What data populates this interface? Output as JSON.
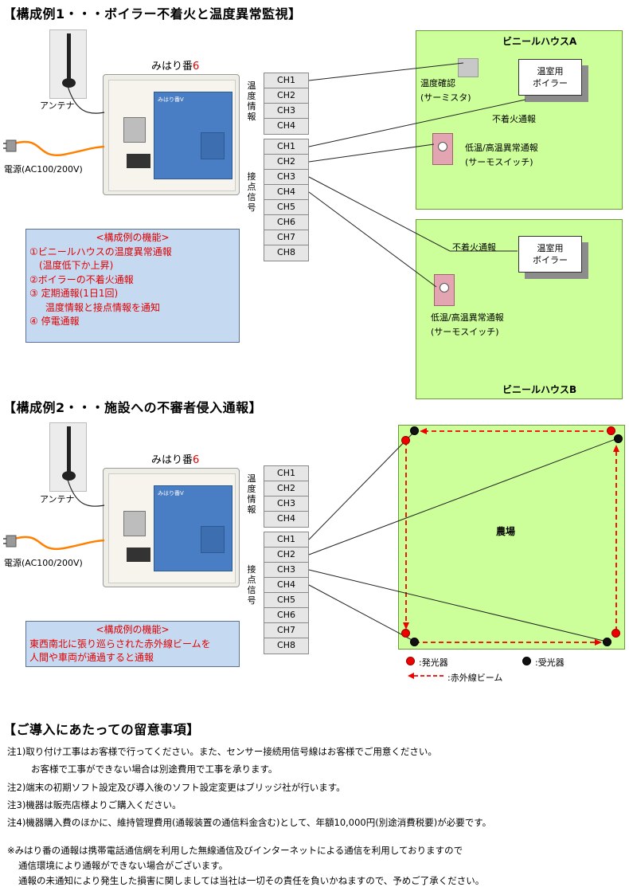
{
  "ex1": {
    "heading": "【構成例1・・・ボイラー不着火と温度異常監視】",
    "device_title": "みはり番",
    "device_num": "6",
    "device_label": "みはり番Ⅴ",
    "antenna_label": "アンテナ",
    "power_label": "電源(AC100/200V)",
    "temp_group_label": [
      "温",
      "度",
      "情",
      "報"
    ],
    "contact_group_label": [
      "接",
      "点",
      "信",
      "号"
    ],
    "temp_channels": [
      "CH1",
      "CH2",
      "CH3",
      "CH4"
    ],
    "contact_channels": [
      "CH1",
      "CH2",
      "CH3",
      "CH4",
      "CH5",
      "CH6",
      "CH7",
      "CH8"
    ],
    "house_a": {
      "title": "ビニールハウスA",
      "boiler": [
        "温室用",
        "ボイラー"
      ],
      "thermistor": [
        "温度確認",
        "(サーミスタ)"
      ],
      "misfire": "不着火通報",
      "thermoswitch": [
        "低温/高温異常通報",
        "(サーモスイッチ)"
      ]
    },
    "house_b": {
      "title": "ビニールハウスB",
      "boiler": [
        "温室用",
        "ボイラー"
      ],
      "misfire": "不着火通報",
      "thermoswitch": [
        "低温/高温異常通報",
        "(サーモスイッチ)"
      ]
    },
    "functions": {
      "title": "<構成例の機能>",
      "lines": [
        "①ビニールハウスの温度異常通報",
        "(温度低下か上昇)",
        "②ボイラーの不着火通報",
        "③ 定期通報(1日1回)",
        "温度情報と接点情報を通知",
        "④ 停電通報"
      ]
    }
  },
  "ex2": {
    "heading": "【構成例2・・・施設への不審者侵入通報】",
    "device_title": "みはり番",
    "device_num": "6",
    "device_label": "みはり番Ⅴ",
    "antenna_label": "アンテナ",
    "power_label": "電源(AC100/200V)",
    "temp_group_label": [
      "温",
      "度",
      "情",
      "報"
    ],
    "contact_group_label": [
      "接",
      "点",
      "信",
      "号"
    ],
    "temp_channels": [
      "CH1",
      "CH2",
      "CH3",
      "CH4"
    ],
    "contact_channels": [
      "CH1",
      "CH2",
      "CH3",
      "CH4",
      "CH5",
      "CH6",
      "CH7",
      "CH8"
    ],
    "farm_label": "農場",
    "legend": {
      "emitter": ":発光器",
      "receiver": ":受光器",
      "beam": ":赤外線ビーム"
    },
    "functions": {
      "title": "<構成例の機能>",
      "lines": [
        "東西南北に張り巡らされた赤外線ビームを",
        "人間や車両が通過すると通報"
      ]
    }
  },
  "notes": {
    "heading": "【ご導入にあたっての留意事項】",
    "items": [
      "注1)取り付け工事はお客様で行ってください。また、センサー接続用信号線はお客様でご用意ください。",
      "お客様で工事ができない場合は別途費用で工事を承ります。",
      "注2)端末の初期ソフト設定及び導入後のソフト設定変更はブリッジ社が行います。",
      "注3)機器は販売店様よりご購入ください。",
      "注4)機器購入費のほかに、維持管理費用(通報装置の通信料金含む)として、年額10,000円(別途消費税要)が必要です。"
    ],
    "disclaimer": [
      "※みはり番の通報は携帯電話通信網を利用した無線通信及びインターネットによる通信を利用しておりますので",
      "通信環境により通報ができない場合がございます。",
      "通報の未通知により発生した損害に関しましては当社は一切その責任を負いかねますので、予めご了承ください。"
    ]
  },
  "colors": {
    "house_green": "#ccff99",
    "func_blue": "#c5d9f1",
    "func_text": "#e00000",
    "beam_red": "#ee0000",
    "cable_orange": "#ff8000"
  }
}
